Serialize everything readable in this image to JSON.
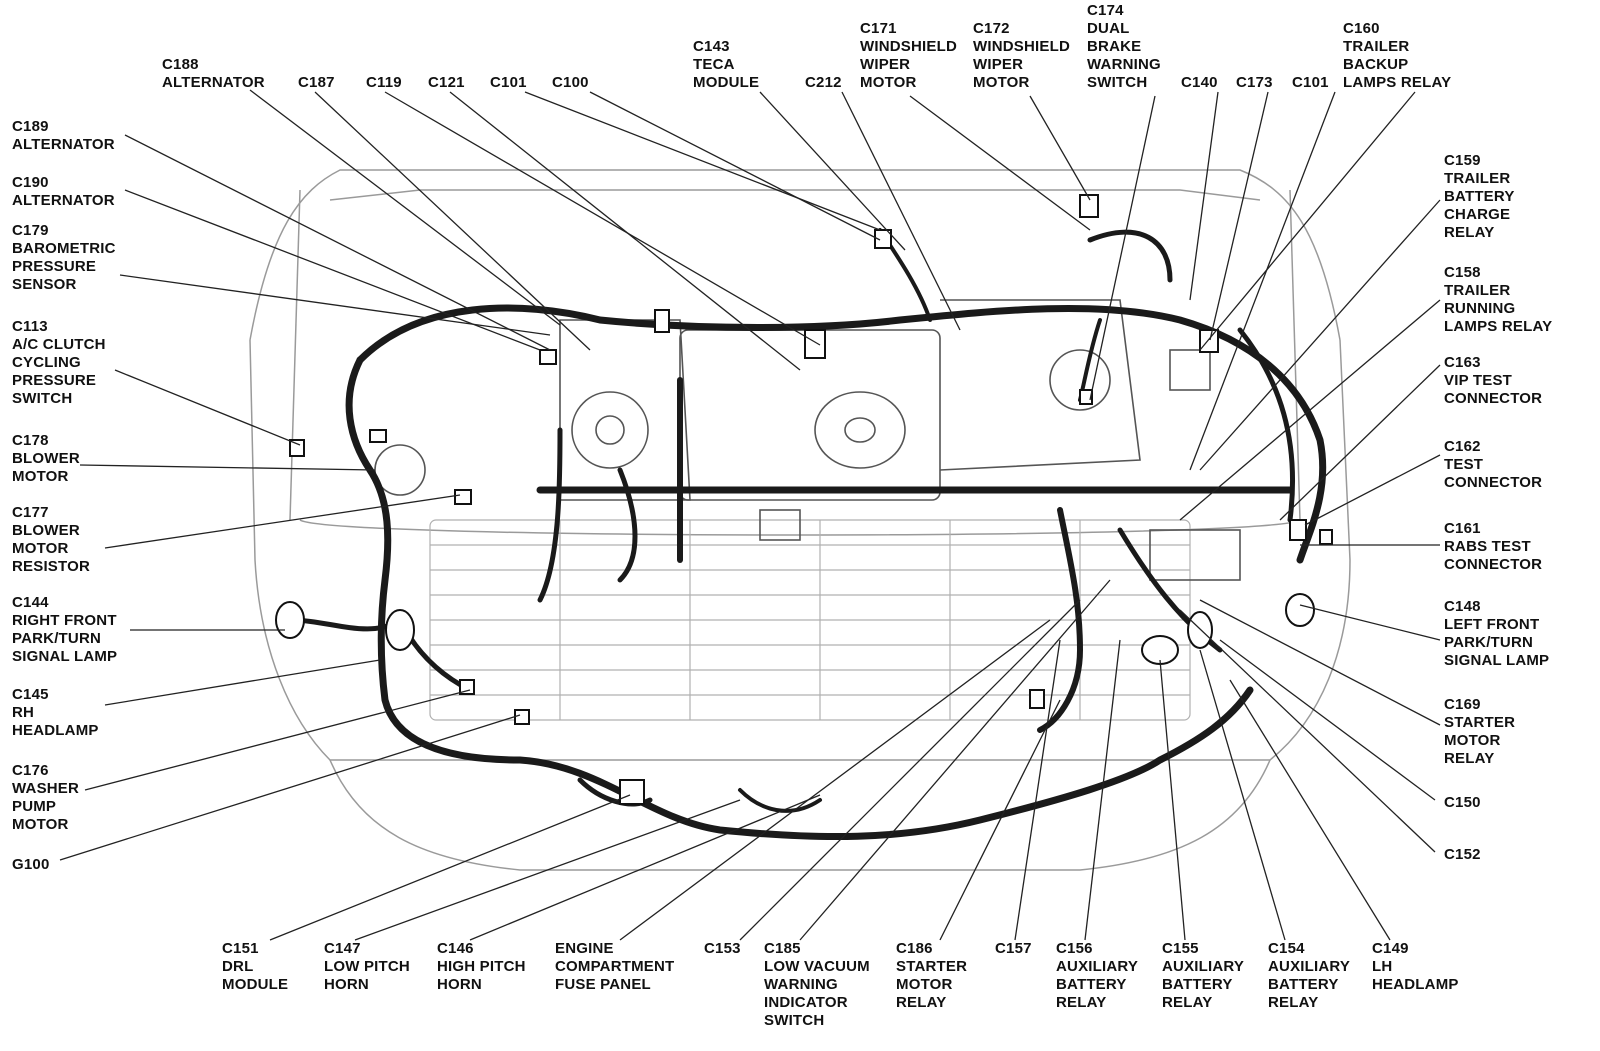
{
  "labels": {
    "c188": "C188\nALTERNATOR",
    "c187": "C187",
    "c119": "C119",
    "c121": "C121",
    "c101_top": "C101",
    "c100": "C100",
    "c143": "C143\nTECA\nMODULE",
    "c212": "C212",
    "c171": "C171\nWINDSHIELD\nWIPER\nMOTOR",
    "c172": "C172\nWINDSHIELD\nWIPER\nMOTOR",
    "c174": "C174\nDUAL\nBRAKE\nWARNING\nSWITCH",
    "c140": "C140",
    "c173": "C173",
    "c101_right": "C101",
    "c160": "C160\nTRAILER\nBACKUP\nLAMPS RELAY",
    "c189": "C189\nALTERNATOR",
    "c190": "C190\nALTERNATOR",
    "c179": "C179\nBAROMETRIC\nPRESSURE\nSENSOR",
    "c113": "C113\nA/C CLUTCH\nCYCLING\nPRESSURE\nSWITCH",
    "c178": "C178\nBLOWER\nMOTOR",
    "c177": "C177\nBLOWER\nMOTOR\nRESISTOR",
    "c144": "C144\nRIGHT FRONT\nPARK/TURN\nSIGNAL LAMP",
    "c145": "C145\nRH\nHEADLAMP",
    "c176": "C176\nWASHER\nPUMP\nMOTOR",
    "g100": "G100",
    "c159": "C159\nTRAILER\nBATTERY\nCHARGE\nRELAY",
    "c158": "C158\nTRAILER\nRUNNING\nLAMPS RELAY",
    "c163": "C163\nVIP TEST\nCONNECTOR",
    "c162": "C162\nTEST\nCONNECTOR",
    "c161": "C161\nRABS TEST\nCONNECTOR",
    "c148": "C148\nLEFT FRONT\nPARK/TURN\nSIGNAL LAMP",
    "c169": "C169\nSTARTER\nMOTOR\nRELAY",
    "c150": "C150",
    "c152": "C152",
    "c151": "C151\nDRL\nMODULE",
    "c147": "C147\nLOW PITCH\nHORN",
    "c146": "C146\nHIGH PITCH\nHORN",
    "fuse": "ENGINE\nCOMPARTMENT\nFUSE PANEL",
    "c153": "C153",
    "c185": "C185\nLOW VACUUM\nWARNING\nINDICATOR\nSWITCH",
    "c186": "C186\nSTARTER\nMOTOR\nRELAY",
    "c157": "C157",
    "c156": "C156\nAUXILIARY\nBATTERY\nRELAY",
    "c155": "C155\nAUXILIARY\nBATTERY\nRELAY",
    "c154": "C154\nAUXILIARY\nBATTERY\nRELAY",
    "c149": "C149\nLH\nHEADLAMP"
  }
}
